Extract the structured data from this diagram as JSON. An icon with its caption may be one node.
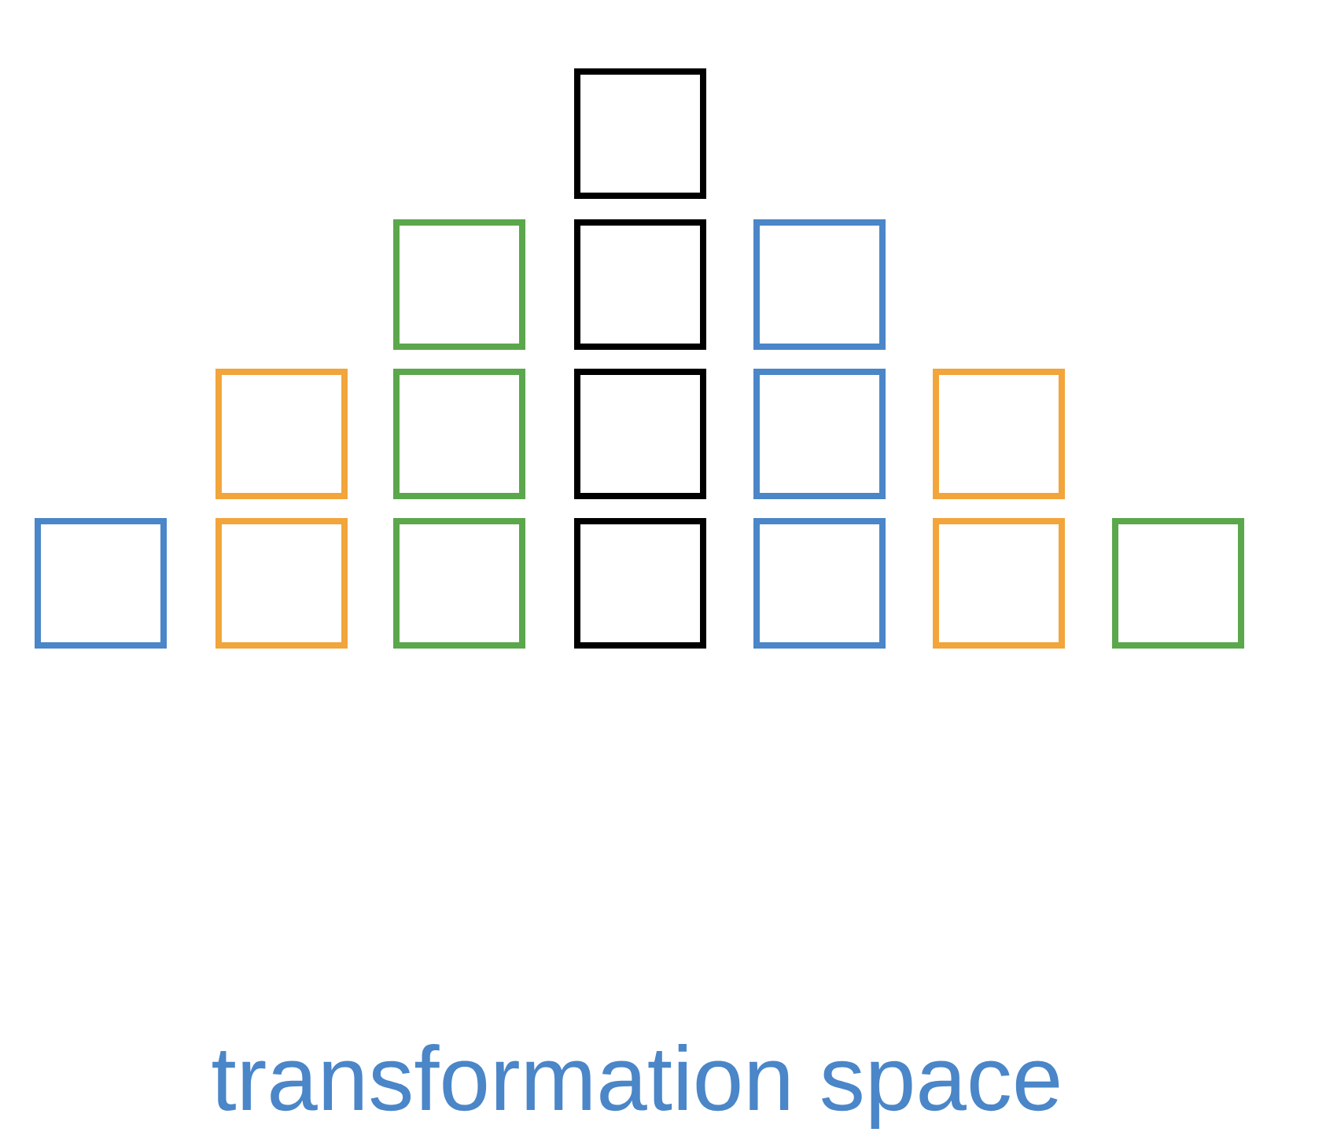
{
  "diagram": {
    "caption": "transformation space",
    "nodes": [
      {
        "text": [],
        "shape": "box"
      },
      {
        "text": [],
        "shape": "box"
      },
      {
        "text": [],
        "shape": "box"
      },
      {
        "text": [],
        "shape": "box"
      },
      {
        "text": [],
        "shape": "box"
      },
      {
        "text": [],
        "shape": "box"
      },
      {
        "text": [],
        "shape": "box"
      },
      {
        "text": [],
        "shape": "box"
      },
      {
        "text": [],
        "shape": "box"
      },
      {
        "text": [],
        "shape": "box"
      },
      {
        "text": [],
        "shape": "box"
      },
      {
        "text": [],
        "shape": "box"
      },
      {
        "text": [],
        "shape": "box"
      },
      {
        "text": [],
        "shape": "box"
      },
      {
        "text": [],
        "shape": "box"
      },
      {
        "text": [],
        "shape": "box"
      }
    ]
  }
}
